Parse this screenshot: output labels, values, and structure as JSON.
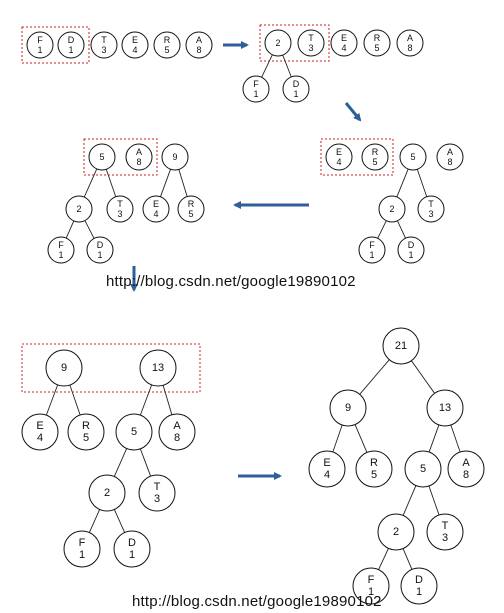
{
  "watermark": "http://blog.csdn.net/google19890102",
  "colors": {
    "node_stroke": "#111111",
    "node_fill": "#ffffff",
    "edge": "#222222",
    "selection": "#cc2222",
    "arrow": "#2f5f9a",
    "watermark": "#c8c8c8"
  },
  "stages": [
    {
      "id": "stage-1",
      "nodes": [
        {
          "id": "F",
          "lines": [
            "F",
            "1"
          ]
        },
        {
          "id": "D",
          "lines": [
            "D",
            "1"
          ]
        },
        {
          "id": "T",
          "lines": [
            "T",
            "3"
          ]
        },
        {
          "id": "E",
          "lines": [
            "E",
            "4"
          ]
        },
        {
          "id": "R",
          "lines": [
            "R",
            "5"
          ]
        },
        {
          "id": "A",
          "lines": [
            "A",
            "8"
          ]
        }
      ],
      "edges": [],
      "selected": [
        "F",
        "D"
      ]
    },
    {
      "id": "stage-2",
      "nodes": [
        {
          "id": "n2",
          "lines": [
            "2"
          ]
        },
        {
          "id": "T",
          "lines": [
            "T",
            "3"
          ]
        },
        {
          "id": "E",
          "lines": [
            "E",
            "4"
          ]
        },
        {
          "id": "R",
          "lines": [
            "R",
            "5"
          ]
        },
        {
          "id": "A",
          "lines": [
            "A",
            "8"
          ]
        },
        {
          "id": "F",
          "lines": [
            "F",
            "1"
          ]
        },
        {
          "id": "D",
          "lines": [
            "D",
            "1"
          ]
        }
      ],
      "edges": [
        [
          "n2",
          "F"
        ],
        [
          "n2",
          "D"
        ]
      ],
      "selected": [
        "n2",
        "T"
      ]
    },
    {
      "id": "stage-3",
      "nodes": [
        {
          "id": "E",
          "lines": [
            "E",
            "4"
          ]
        },
        {
          "id": "R",
          "lines": [
            "R",
            "5"
          ]
        },
        {
          "id": "n5",
          "lines": [
            "5"
          ]
        },
        {
          "id": "A",
          "lines": [
            "A",
            "8"
          ]
        },
        {
          "id": "n2",
          "lines": [
            "2"
          ]
        },
        {
          "id": "T",
          "lines": [
            "T",
            "3"
          ]
        },
        {
          "id": "F",
          "lines": [
            "F",
            "1"
          ]
        },
        {
          "id": "D",
          "lines": [
            "D",
            "1"
          ]
        }
      ],
      "edges": [
        [
          "n5",
          "n2"
        ],
        [
          "n5",
          "T"
        ],
        [
          "n2",
          "F"
        ],
        [
          "n2",
          "D"
        ]
      ],
      "selected": [
        "E",
        "R"
      ]
    },
    {
      "id": "stage-4",
      "nodes": [
        {
          "id": "n5",
          "lines": [
            "5"
          ]
        },
        {
          "id": "A",
          "lines": [
            "A",
            "8"
          ]
        },
        {
          "id": "n9",
          "lines": [
            "9"
          ]
        },
        {
          "id": "n2",
          "lines": [
            "2"
          ]
        },
        {
          "id": "T",
          "lines": [
            "T",
            "3"
          ]
        },
        {
          "id": "E",
          "lines": [
            "E",
            "4"
          ]
        },
        {
          "id": "R",
          "lines": [
            "R",
            "5"
          ]
        },
        {
          "id": "F",
          "lines": [
            "F",
            "1"
          ]
        },
        {
          "id": "D",
          "lines": [
            "D",
            "1"
          ]
        }
      ],
      "edges": [
        [
          "n5",
          "n2"
        ],
        [
          "n5",
          "T"
        ],
        [
          "n2",
          "F"
        ],
        [
          "n2",
          "D"
        ],
        [
          "n9",
          "E"
        ],
        [
          "n9",
          "R"
        ]
      ],
      "selected": [
        "n5",
        "A"
      ]
    },
    {
      "id": "stage-5",
      "nodes": [
        {
          "id": "n9",
          "lines": [
            "9"
          ]
        },
        {
          "id": "n13",
          "lines": [
            "13"
          ]
        },
        {
          "id": "E",
          "lines": [
            "E",
            "4"
          ]
        },
        {
          "id": "R",
          "lines": [
            "R",
            "5"
          ]
        },
        {
          "id": "n5",
          "lines": [
            "5"
          ]
        },
        {
          "id": "A",
          "lines": [
            "A",
            "8"
          ]
        },
        {
          "id": "n2",
          "lines": [
            "2"
          ]
        },
        {
          "id": "T",
          "lines": [
            "T",
            "3"
          ]
        },
        {
          "id": "F",
          "lines": [
            "F",
            "1"
          ]
        },
        {
          "id": "D",
          "lines": [
            "D",
            "1"
          ]
        }
      ],
      "edges": [
        [
          "n9",
          "E"
        ],
        [
          "n9",
          "R"
        ],
        [
          "n13",
          "n5"
        ],
        [
          "n13",
          "A"
        ],
        [
          "n5",
          "n2"
        ],
        [
          "n5",
          "T"
        ],
        [
          "n2",
          "F"
        ],
        [
          "n2",
          "D"
        ]
      ],
      "selected": [
        "n9",
        "n13"
      ]
    },
    {
      "id": "stage-6",
      "nodes": [
        {
          "id": "n21",
          "lines": [
            "21"
          ]
        },
        {
          "id": "n9",
          "lines": [
            "9"
          ]
        },
        {
          "id": "n13",
          "lines": [
            "13"
          ]
        },
        {
          "id": "E",
          "lines": [
            "E",
            "4"
          ]
        },
        {
          "id": "R",
          "lines": [
            "R",
            "5"
          ]
        },
        {
          "id": "n5",
          "lines": [
            "5"
          ]
        },
        {
          "id": "A",
          "lines": [
            "A",
            "8"
          ]
        },
        {
          "id": "n2",
          "lines": [
            "2"
          ]
        },
        {
          "id": "T",
          "lines": [
            "T",
            "3"
          ]
        },
        {
          "id": "F",
          "lines": [
            "F",
            "1"
          ]
        },
        {
          "id": "D",
          "lines": [
            "D",
            "1"
          ]
        }
      ],
      "edges": [
        [
          "n21",
          "n9"
        ],
        [
          "n21",
          "n13"
        ],
        [
          "n9",
          "E"
        ],
        [
          "n9",
          "R"
        ],
        [
          "n13",
          "n5"
        ],
        [
          "n13",
          "A"
        ],
        [
          "n5",
          "n2"
        ],
        [
          "n5",
          "T"
        ],
        [
          "n2",
          "F"
        ],
        [
          "n2",
          "D"
        ]
      ],
      "selected": []
    }
  ],
  "transitions": [
    {
      "from": "stage-1",
      "to": "stage-2"
    },
    {
      "from": "stage-2",
      "to": "stage-3"
    },
    {
      "from": "stage-3",
      "to": "stage-4"
    },
    {
      "from": "stage-4",
      "to": "stage-5"
    },
    {
      "from": "stage-5",
      "to": "stage-6"
    }
  ]
}
